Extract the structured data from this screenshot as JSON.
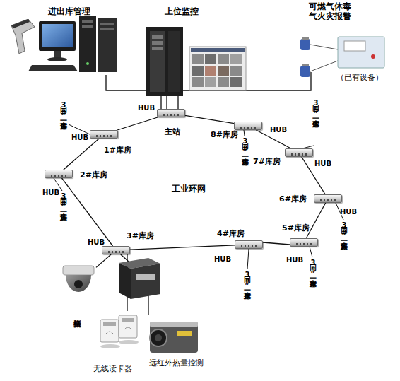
{
  "diagram": {
    "nodes": [
      {
        "text": [
          "进出库管理"
        ]
      },
      {
        "text": [
          "上位监控"
        ]
      },
      {
        "text": [
          "可燃气体毒气火灾报警",
          "（已有设备）"
        ]
      },
      {
        "text": [
          "HUB",
          "主站"
        ]
      },
      {
        "text": [
          "HUB",
          "1#库房"
        ]
      },
      {
        "text": [
          "2#库房",
          "HUB"
        ]
      },
      {
        "text": [
          "3#库房",
          "HUB"
        ]
      },
      {
        "text": [
          "4#库房",
          "HUB"
        ]
      },
      {
        "text": [
          "5#库房",
          "HUB"
        ]
      },
      {
        "text": [
          "6#库房",
          "HUB"
        ]
      },
      {
        "text": [
          "7#库房",
          "HUB"
        ]
      },
      {
        "text": [
          "8#库房",
          "HUB"
        ]
      },
      {
        "text": [
          "网络摄像机"
        ]
      },
      {
        "text": [
          "无线读卡器"
        ]
      },
      {
        "text": [
          "远红外热量控测"
        ]
      }
    ],
    "edges": [
      {
        "from": 0,
        "to": 3,
        "arrow": "none"
      },
      {
        "from": 1,
        "to": 3,
        "arrow": "none"
      },
      {
        "from": 2,
        "to": 3,
        "arrow": "none"
      },
      {
        "from": 3,
        "to": 4,
        "arrow": "none"
      },
      {
        "from": 4,
        "to": 5,
        "arrow": "none"
      },
      {
        "from": 5,
        "to": 6,
        "arrow": "none"
      },
      {
        "from": 6,
        "to": 7,
        "arrow": "none"
      },
      {
        "from": 7,
        "to": 8,
        "arrow": "none"
      },
      {
        "from": 8,
        "to": 9,
        "arrow": "none"
      },
      {
        "from": 9,
        "to": 10,
        "arrow": "none"
      },
      {
        "from": 10,
        "to": 11,
        "arrow": "none"
      },
      {
        "from": 11,
        "to": 3,
        "arrow": "none"
      },
      {
        "from": 6,
        "to": 12,
        "arrow": "none"
      },
      {
        "from": 6,
        "to": 13,
        "arrow": "none"
      },
      {
        "from": 6,
        "to": 14,
        "arrow": "none"
      }
    ],
    "labels": [
      "同3#库房一致",
      "同3#库房一致",
      "同3#库房一致",
      "工业环网",
      "同3#库房一致",
      "同3#库房一致",
      "同3#库房一致",
      "同3#库房一致"
    ]
  }
}
